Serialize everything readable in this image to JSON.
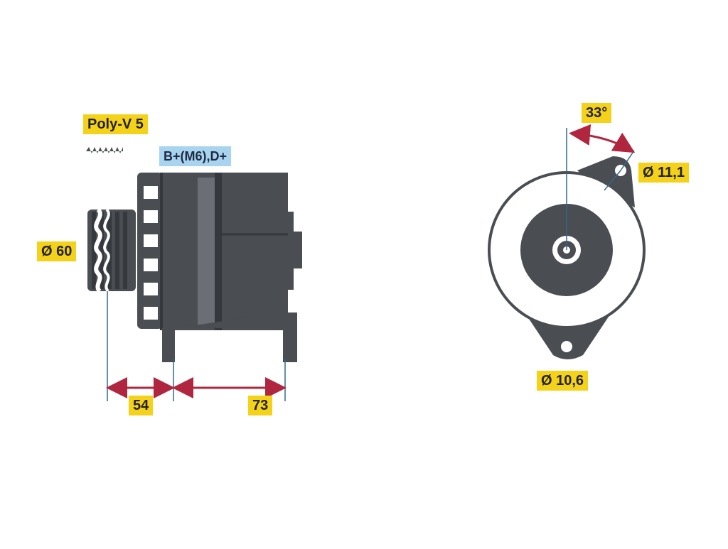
{
  "labels": {
    "belt": "Poly-V 5",
    "terminals": "B+(M6),D+",
    "pulley_diameter": "Ø 60",
    "offset_front": "54",
    "offset_rear": "73",
    "angle": "33°",
    "upper_hole": "Ø 11,1",
    "lower_hole": "Ø 10,6"
  },
  "colors": {
    "body": "#4a4d52",
    "body_dark": "#35383c",
    "body_light": "#6b6f75",
    "dimension_line": "#b0263e",
    "guide_line": "#2f6a8f",
    "label_bg": "#f5d21a",
    "terminal_bg": "#a9d4ef"
  }
}
